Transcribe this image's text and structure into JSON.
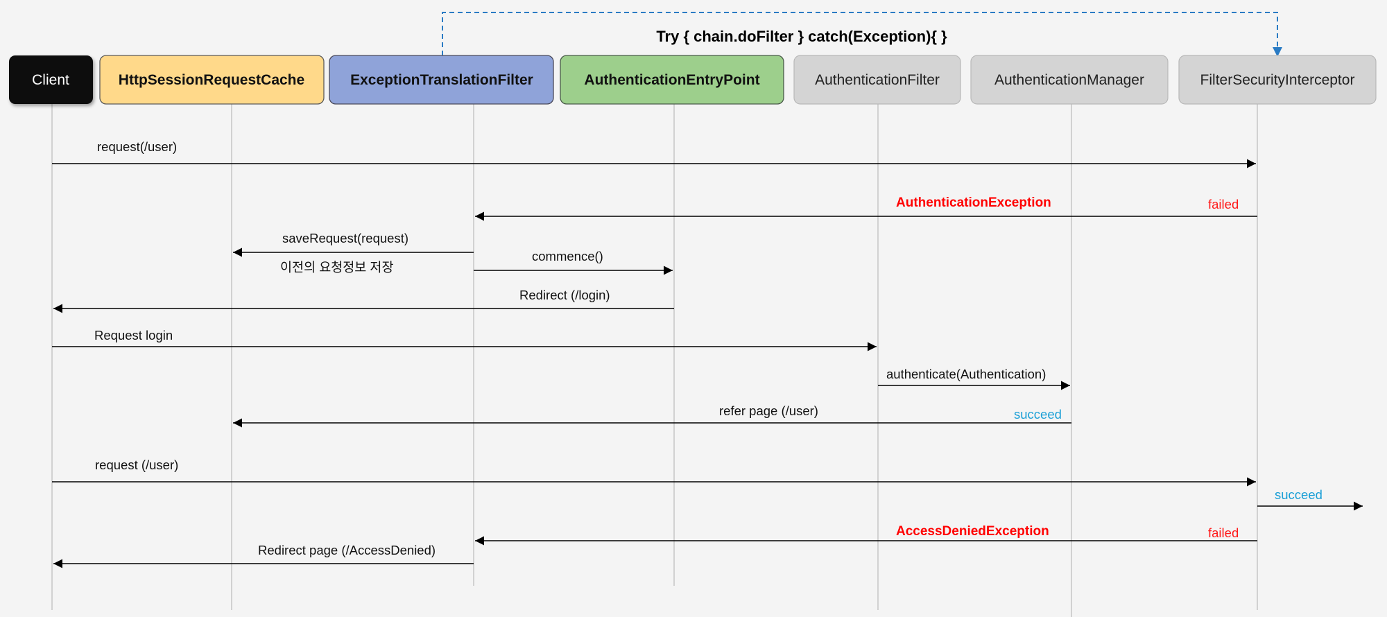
{
  "try_label": "Try { chain.doFilter } catch(Exception){ }",
  "participants": {
    "client": "Client",
    "cache": "HttpSessionRequestCache",
    "etf": "ExceptionTranslationFilter",
    "entry": "AuthenticationEntryPoint",
    "authfilter": "AuthenticationFilter",
    "manager": "AuthenticationManager",
    "fsi": "FilterSecurityInterceptor"
  },
  "messages": {
    "request_user": "request(/user)",
    "auth_exception": "AuthenticationException",
    "failed_1": "failed",
    "save_request": "saveRequest(request)",
    "save_request_note": "이전의 요청정보 저장",
    "commence": "commence()",
    "redirect_login": "Redirect (/login)",
    "request_login": "Request login",
    "authenticate": "authenticate(Authentication)",
    "refer_page": "refer page (/user)",
    "succeed_1": "succeed",
    "request_user_2": "request (/user)",
    "succeed_2": "succeed",
    "access_denied": "AccessDeniedException",
    "failed_2": "failed",
    "redirect_denied": "Redirect page (/AccessDenied)"
  },
  "colors": {
    "client": "#0a0a0a",
    "cache": "#ffd98a",
    "etf": "#8fa3d9",
    "entry": "#9dcf8c",
    "gray": "#d4d4d4",
    "exception": "#ff0000",
    "failed": "#ff1a1a",
    "succeed": "#1a9fd6",
    "try_arrow": "#2a7bc4"
  }
}
